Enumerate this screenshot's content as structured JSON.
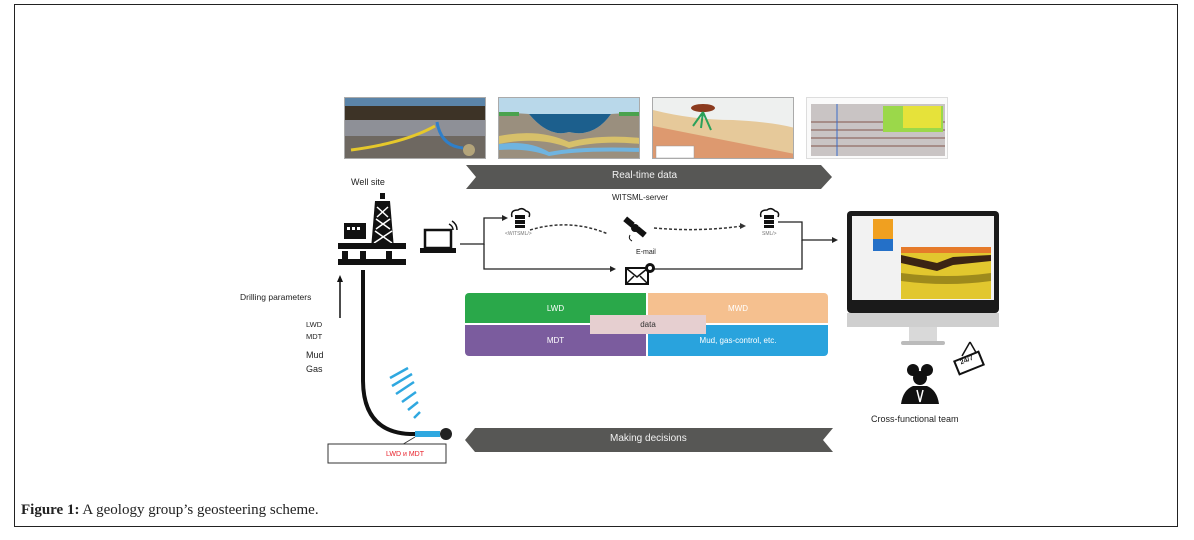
{
  "figure": {
    "caption_label": "Figure 1:",
    "caption_text": " A geology group’s geosteering scheme."
  },
  "labels": {
    "well_site": "Well site",
    "real_time_data": "Real-time data",
    "witsml_server": "WITSML-server",
    "witsml_tag_left": "<WITSML/>",
    "witsml_tag_right": "SML/>",
    "email": "E-mail",
    "drilling_parameters": "Drilling parameters",
    "uplink_lines": [
      "LWD",
      "MDT",
      "Mud",
      "Gas"
    ],
    "tool_box": "LWD и MDT",
    "making_decisions": "Making decisions",
    "team": "Cross-functional team",
    "sign_24_7": "24/7"
  },
  "data_grid": {
    "center_label": "data",
    "cells": [
      {
        "label": "LWD",
        "color": "#2aa84a"
      },
      {
        "label": "MWD",
        "color": "#f5c08f"
      },
      {
        "label": "MDT",
        "color": "#7b5c9e"
      },
      {
        "label": "Mud, gas-control, etc.",
        "color": "#29a3dd"
      }
    ],
    "center_color": "#e6cfd0"
  },
  "colors": {
    "banner": "#575755",
    "signal_waves": "#2fa8e0",
    "tool_text": "#e8212b"
  },
  "thumbnails": [
    {
      "name": "drilling-cross-section"
    },
    {
      "name": "offshore-basin-section"
    },
    {
      "name": "seismic-well-plan"
    },
    {
      "name": "seismic-map-overlay"
    }
  ]
}
